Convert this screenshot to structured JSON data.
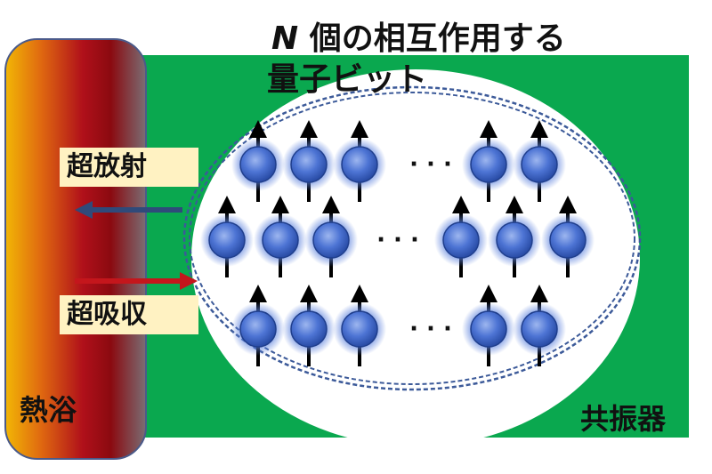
{
  "title": {
    "n_symbol": "N",
    "line1_rest": "個の相互作用する",
    "line2": "量子ビット"
  },
  "labels": {
    "superradiance": "超放射",
    "superabsorption": "超吸収",
    "heat_bath": "熱浴",
    "resonator": "共振器"
  },
  "rows": [
    {
      "left_count": 3,
      "right_count": 2,
      "dots": "· · ·"
    },
    {
      "left_count": 3,
      "right_count": 3,
      "dots": "· · ·"
    },
    {
      "left_count": 3,
      "right_count": 2,
      "dots": "· · ·"
    }
  ],
  "colors": {
    "resonator_green": "#0aa84f",
    "bath_hot": "#f2b705",
    "bath_mid": "#c0392b",
    "bath_cool": "#8b0000",
    "emission_arrow": "#2f4a7a",
    "absorption_arrow": "#c4161c",
    "qubit_blue": "#2f5fc8",
    "ellipse_dash": "#3c5a99"
  }
}
